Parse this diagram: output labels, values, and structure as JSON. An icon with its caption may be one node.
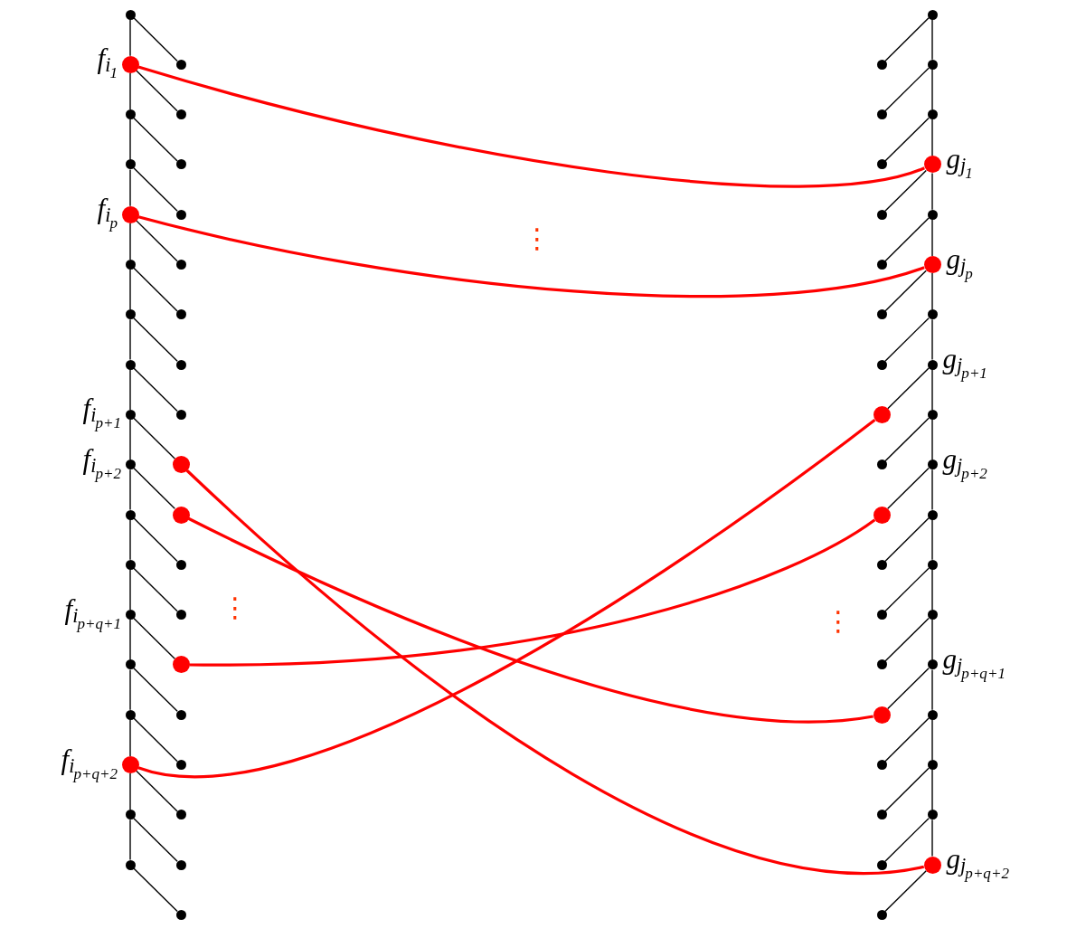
{
  "diagram": {
    "nodes": [
      {
        "text": [],
        "shape": "circle"
      },
      {
        "text": [],
        "shape": "circle",
        "beside": [
          "f$_{i}$$_{1}$"
        ]
      },
      {
        "text": [],
        "shape": "circle"
      },
      {
        "text": [],
        "shape": "circle"
      },
      {
        "text": [],
        "shape": "circle",
        "beside": [
          "f$_{i}$$_{p}$"
        ]
      },
      {
        "text": [],
        "shape": "circle"
      },
      {
        "text": [],
        "shape": "circle"
      },
      {
        "text": [],
        "shape": "circle"
      },
      {
        "text": [],
        "shape": "circle",
        "beside": [
          "f$_{i}$$_{p+1}$"
        ]
      },
      {
        "text": [],
        "shape": "circle",
        "beside": [
          "f$_{i}$$_{p+2}$"
        ]
      },
      {
        "text": [],
        "shape": "circle"
      },
      {
        "text": [],
        "shape": "circle"
      },
      {
        "text": [],
        "shape": "circle",
        "beside": [
          "f$_{i}$$_{p+q+1}$"
        ]
      },
      {
        "text": [],
        "shape": "circle"
      },
      {
        "text": [],
        "shape": "circle"
      },
      {
        "text": [],
        "shape": "circle",
        "beside": [
          "f$_{i}$$_{p+q+2}$"
        ]
      },
      {
        "text": [],
        "shape": "circle"
      },
      {
        "text": [],
        "shape": "circle"
      },
      {
        "text": [],
        "shape": "circle"
      },
      {
        "text": [],
        "shape": "circle"
      },
      {
        "text": [],
        "shape": "circle"
      },
      {
        "text": [],
        "shape": "circle"
      },
      {
        "text": [],
        "shape": "circle"
      },
      {
        "text": [],
        "shape": "circle"
      },
      {
        "text": [],
        "shape": "circle"
      },
      {
        "text": [],
        "shape": "circle"
      },
      {
        "text": [],
        "shape": "circle"
      },
      {
        "text": [],
        "shape": "circle"
      },
      {
        "text": [],
        "shape": "circle"
      },
      {
        "text": [],
        "shape": "circle"
      },
      {
        "text": [],
        "shape": "circle"
      },
      {
        "text": [],
        "shape": "circle"
      },
      {
        "text": [],
        "shape": "circle"
      },
      {
        "text": [],
        "shape": "circle"
      },
      {
        "text": [],
        "shape": "circle"
      },
      {
        "text": [],
        "shape": "circle"
      },
      {
        "text": [],
        "shape": "circle"
      },
      {
        "text": [],
        "shape": "circle"
      },
      {
        "text": [],
        "shape": "circle"
      },
      {
        "text": [],
        "shape": "circle",
        "beside": [
          "g$_{j}$$_{1}$"
        ]
      },
      {
        "text": [],
        "shape": "circle"
      },
      {
        "text": [],
        "shape": "circle",
        "beside": [
          "g$_{j}$$_{p}$"
        ]
      },
      {
        "text": [],
        "shape": "circle"
      },
      {
        "text": [],
        "shape": "circle",
        "beside": [
          "g$_{j}$$_{p+1}$"
        ]
      },
      {
        "text": [],
        "shape": "circle"
      },
      {
        "text": [],
        "shape": "circle",
        "beside": [
          "g$_{j}$$_{p+2}$"
        ]
      },
      {
        "text": [],
        "shape": "circle"
      },
      {
        "text": [],
        "shape": "circle"
      },
      {
        "text": [],
        "shape": "circle"
      },
      {
        "text": [],
        "shape": "circle",
        "beside": [
          "g$_{j}$$_{p+q+1}$"
        ]
      },
      {
        "text": [],
        "shape": "circle"
      },
      {
        "text": [],
        "shape": "circle"
      },
      {
        "text": [],
        "shape": "circle"
      },
      {
        "text": [],
        "shape": "circle",
        "beside": [
          "g$_{j}$$_{p+q+2}$"
        ]
      },
      {
        "text": [],
        "shape": "circle"
      },
      {
        "text": [],
        "shape": "circle"
      },
      {
        "text": [],
        "shape": "circle"
      },
      {
        "text": [],
        "shape": "circle"
      },
      {
        "text": [],
        "shape": "circle"
      },
      {
        "text": [],
        "shape": "circle"
      },
      {
        "text": [],
        "shape": "circle"
      },
      {
        "text": [],
        "shape": "circle"
      },
      {
        "text": [],
        "shape": "circle"
      },
      {
        "text": [],
        "shape": "circle"
      },
      {
        "text": [],
        "shape": "circle"
      },
      {
        "text": [],
        "shape": "circle"
      },
      {
        "text": [],
        "shape": "circle"
      },
      {
        "text": [],
        "shape": "circle"
      },
      {
        "text": [],
        "shape": "circle"
      },
      {
        "text": [],
        "shape": "circle"
      },
      {
        "text": [],
        "shape": "circle"
      },
      {
        "text": [],
        "shape": "circle"
      }
    ],
    "edges": [
      {
        "from": 0,
        "to": 1,
        "arrow": "none"
      },
      {
        "from": 1,
        "to": 2,
        "arrow": "none"
      },
      {
        "from": 2,
        "to": 3,
        "arrow": "none"
      },
      {
        "from": 3,
        "to": 4,
        "arrow": "none"
      },
      {
        "from": 4,
        "to": 5,
        "arrow": "none"
      },
      {
        "from": 5,
        "to": 6,
        "arrow": "none"
      },
      {
        "from": 6,
        "to": 7,
        "arrow": "none"
      },
      {
        "from": 7,
        "to": 8,
        "arrow": "none"
      },
      {
        "from": 8,
        "to": 9,
        "arrow": "none"
      },
      {
        "from": 9,
        "to": 10,
        "arrow": "none"
      },
      {
        "from": 10,
        "to": 11,
        "arrow": "none"
      },
      {
        "from": 11,
        "to": 12,
        "arrow": "none"
      },
      {
        "from": 12,
        "to": 13,
        "arrow": "none"
      },
      {
        "from": 13,
        "to": 14,
        "arrow": "none"
      },
      {
        "from": 14,
        "to": 15,
        "arrow": "none"
      },
      {
        "from": 15,
        "to": 16,
        "arrow": "none"
      },
      {
        "from": 16,
        "to": 17,
        "arrow": "none"
      },
      {
        "from": 0,
        "to": 18,
        "arrow": "none"
      },
      {
        "from": 1,
        "to": 19,
        "arrow": "none"
      },
      {
        "from": 2,
        "to": 20,
        "arrow": "none"
      },
      {
        "from": 3,
        "to": 21,
        "arrow": "none"
      },
      {
        "from": 4,
        "to": 22,
        "arrow": "none"
      },
      {
        "from": 5,
        "to": 23,
        "arrow": "none"
      },
      {
        "from": 6,
        "to": 24,
        "arrow": "none"
      },
      {
        "from": 7,
        "to": 25,
        "arrow": "none"
      },
      {
        "from": 8,
        "to": 26,
        "arrow": "none"
      },
      {
        "from": 9,
        "to": 27,
        "arrow": "none"
      },
      {
        "from": 10,
        "to": 28,
        "arrow": "none"
      },
      {
        "from": 11,
        "to": 29,
        "arrow": "none"
      },
      {
        "from": 12,
        "to": 30,
        "arrow": "none"
      },
      {
        "from": 13,
        "to": 31,
        "arrow": "none"
      },
      {
        "from": 14,
        "to": 32,
        "arrow": "none"
      },
      {
        "from": 15,
        "to": 33,
        "arrow": "none"
      },
      {
        "from": 16,
        "to": 34,
        "arrow": "none"
      },
      {
        "from": 17,
        "to": 35,
        "arrow": "none"
      },
      {
        "from": 36,
        "to": 37,
        "arrow": "none"
      },
      {
        "from": 37,
        "to": 38,
        "arrow": "none"
      },
      {
        "from": 38,
        "to": 39,
        "arrow": "none"
      },
      {
        "from": 39,
        "to": 40,
        "arrow": "none"
      },
      {
        "from": 40,
        "to": 41,
        "arrow": "none"
      },
      {
        "from": 41,
        "to": 42,
        "arrow": "none"
      },
      {
        "from": 42,
        "to": 43,
        "arrow": "none"
      },
      {
        "from": 43,
        "to": 44,
        "arrow": "none"
      },
      {
        "from": 44,
        "to": 45,
        "arrow": "none"
      },
      {
        "from": 45,
        "to": 46,
        "arrow": "none"
      },
      {
        "from": 46,
        "to": 47,
        "arrow": "none"
      },
      {
        "from": 47,
        "to": 48,
        "arrow": "none"
      },
      {
        "from": 48,
        "to": 49,
        "arrow": "none"
      },
      {
        "from": 49,
        "to": 50,
        "arrow": "none"
      },
      {
        "from": 50,
        "to": 51,
        "arrow": "none"
      },
      {
        "from": 51,
        "to": 52,
        "arrow": "none"
      },
      {
        "from": 52,
        "to": 53,
        "arrow": "none"
      },
      {
        "from": 36,
        "to": 54,
        "arrow": "none"
      },
      {
        "from": 37,
        "to": 55,
        "arrow": "none"
      },
      {
        "from": 38,
        "to": 56,
        "arrow": "none"
      },
      {
        "from": 39,
        "to": 57,
        "arrow": "none"
      },
      {
        "from": 40,
        "to": 58,
        "arrow": "none"
      },
      {
        "from": 41,
        "to": 59,
        "arrow": "none"
      },
      {
        "from": 42,
        "to": 60,
        "arrow": "none"
      },
      {
        "from": 43,
        "to": 61,
        "arrow": "none"
      },
      {
        "from": 44,
        "to": 62,
        "arrow": "none"
      },
      {
        "from": 45,
        "to": 63,
        "arrow": "none"
      },
      {
        "from": 46,
        "to": 64,
        "arrow": "none"
      },
      {
        "from": 47,
        "to": 65,
        "arrow": "none"
      },
      {
        "from": 48,
        "to": 66,
        "arrow": "none"
      },
      {
        "from": 49,
        "to": 67,
        "arrow": "none"
      },
      {
        "from": 50,
        "to": 68,
        "arrow": "none"
      },
      {
        "from": 51,
        "to": 69,
        "arrow": "none"
      },
      {
        "from": 52,
        "to": 70,
        "arrow": "none"
      },
      {
        "from": 53,
        "to": 71,
        "arrow": "none"
      },
      {
        "from": 1,
        "to": 39,
        "arrow": "none",
        "style": "thick",
        "color": "#ff0000"
      },
      {
        "from": 4,
        "to": 41,
        "arrow": "none",
        "style": "thick",
        "color": "#ff0000"
      },
      {
        "from": 26,
        "to": 53,
        "arrow": "none",
        "style": "thick",
        "color": "#ff0000"
      },
      {
        "from": 27,
        "to": 67,
        "arrow": "none",
        "style": "thick",
        "color": "#ff0000"
      },
      {
        "from": 30,
        "to": 63,
        "arrow": "none",
        "style": "thick",
        "color": "#ff0000"
      },
      {
        "from": 15,
        "to": 61,
        "arrow": "none",
        "style": "thick",
        "color": "#ff0000"
      }
    ],
    "labels": [
      "⋮",
      "⋮",
      "⋮"
    ]
  }
}
